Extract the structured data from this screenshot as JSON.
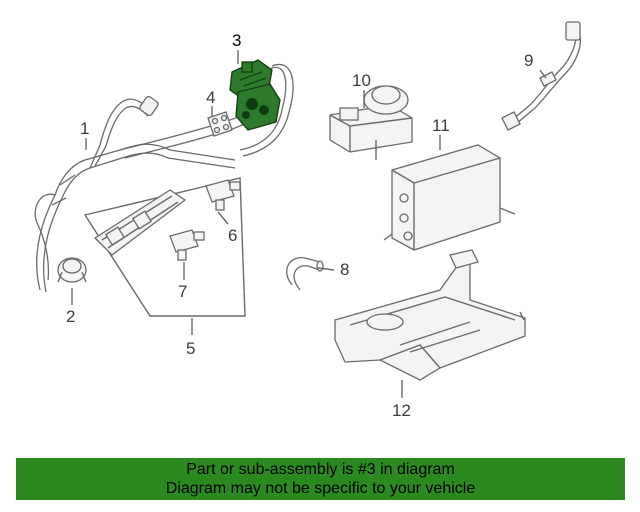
{
  "diagram": {
    "selected_part": "3",
    "highlight_color": "#2d7a2d",
    "callouts": [
      "1",
      "2",
      "3",
      "4",
      "5",
      "6",
      "7",
      "8",
      "9",
      "10",
      "11",
      "12"
    ]
  },
  "banner": {
    "line1": "Part or sub-assembly is #3 in diagram",
    "line2": "Diagram may not be specific to your vehicle",
    "background": "#2b8a1f"
  }
}
